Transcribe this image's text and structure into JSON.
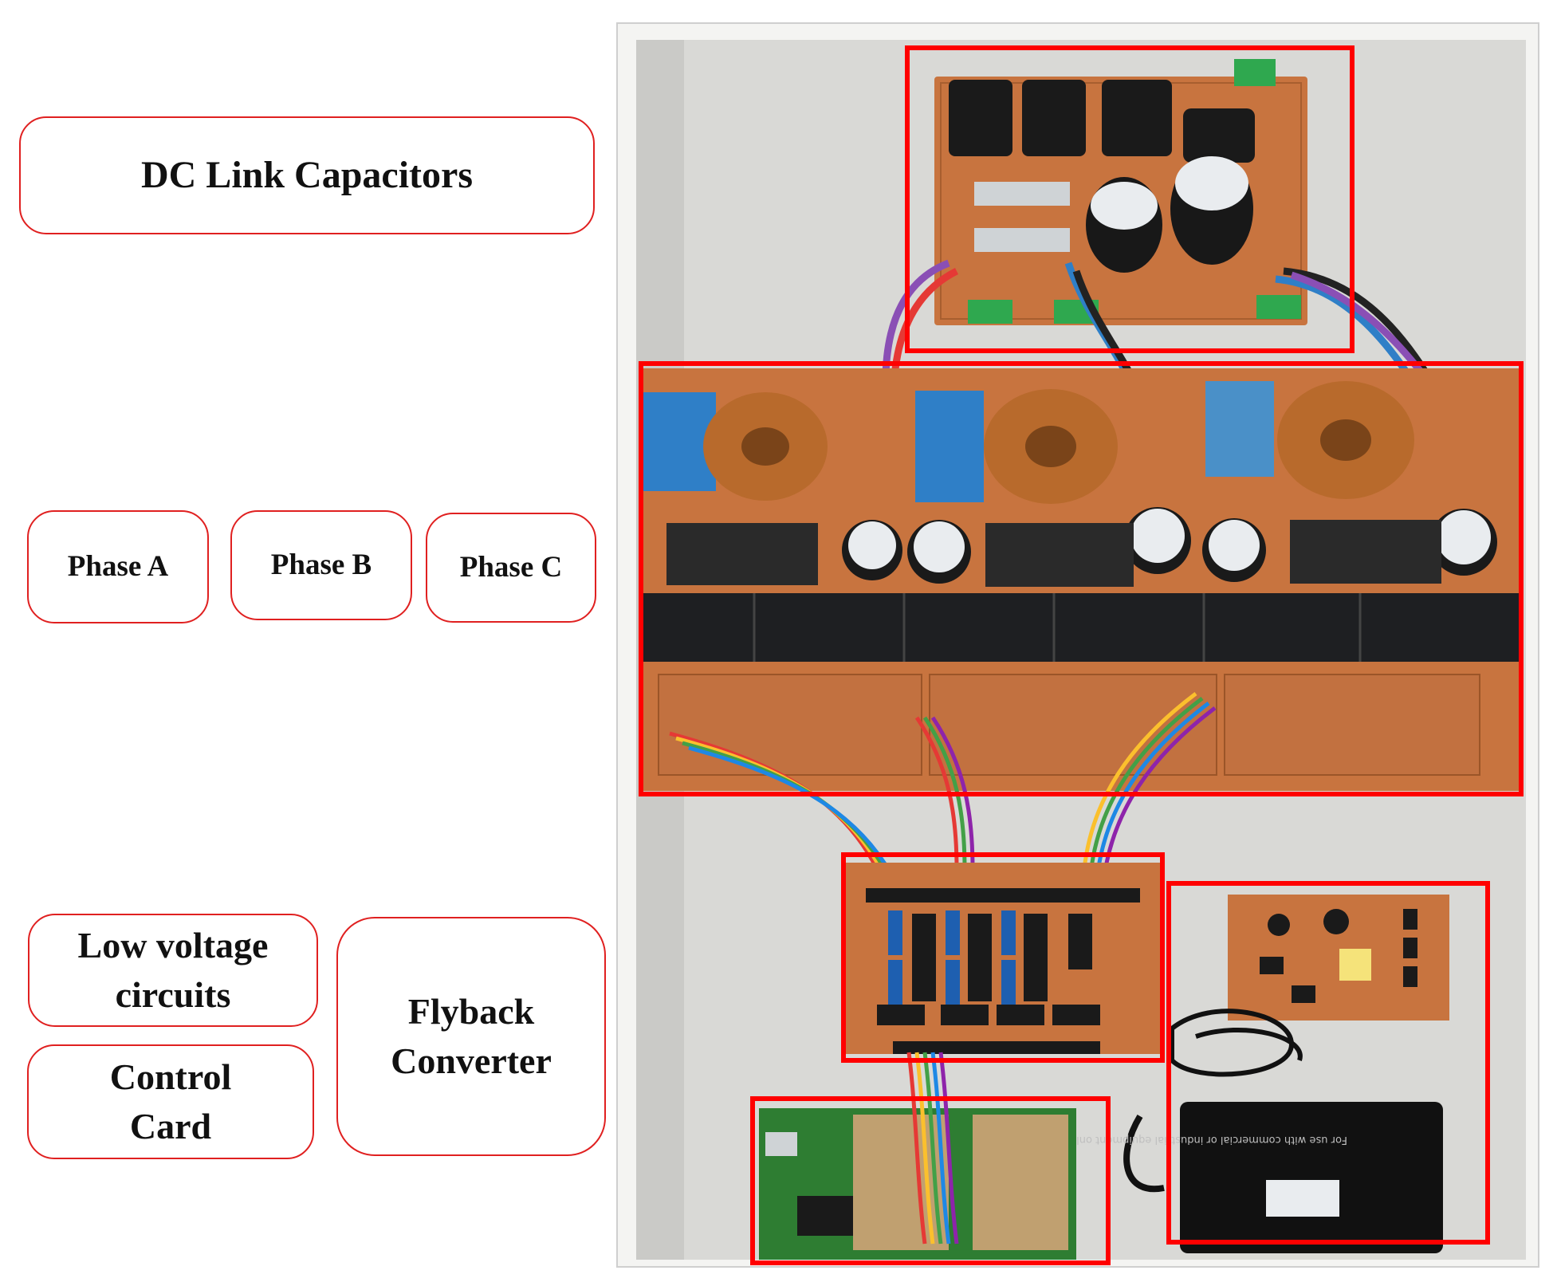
{
  "labels": {
    "dc_link": "DC Link Capacitors",
    "phase_a": "Phase A",
    "phase_b": "Phase B",
    "phase_c": "Phase C",
    "low_voltage": "Low voltage circuits",
    "control_card": "Control Card",
    "flyback": "Flyback Converter"
  },
  "photo_text": {
    "adapter_label": "For use with commercial or industrial equipment only"
  },
  "colors": {
    "highlight": "#ff0000",
    "pcb": "#c8743f",
    "board_bg": "#dcdcda",
    "heatsink": "#1e1f22",
    "toroid": "#b86a2c",
    "film_cap": "#2f7fc7",
    "control_pcb": "#2e7d32"
  },
  "icons": [
    "pcb-board",
    "capacitor",
    "toroid-inductor",
    "heatsink",
    "ribbon-cable",
    "power-adapter"
  ]
}
